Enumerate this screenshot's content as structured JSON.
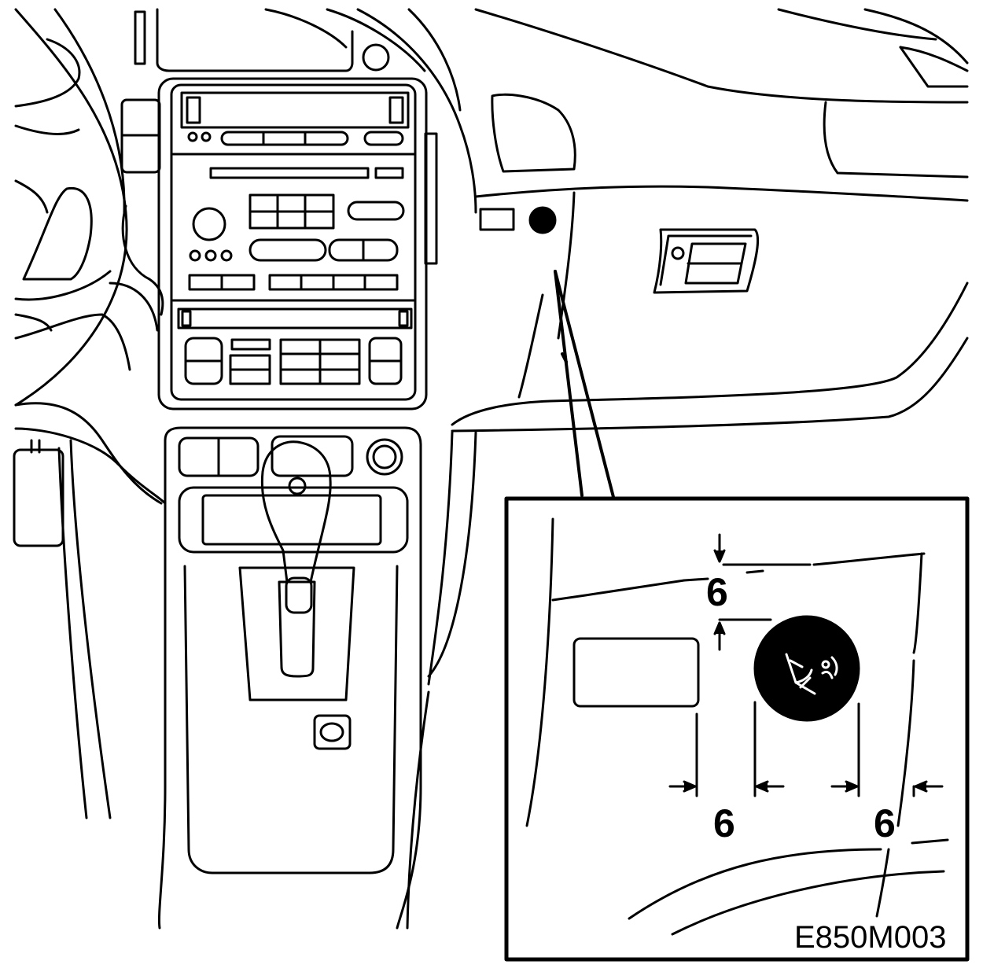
{
  "figure": {
    "reference_code": "E850M003",
    "detail_dimensions": {
      "top_gap": "6",
      "left_gap": "6",
      "right_gap": "6"
    },
    "indicator_icon": "airbag-child-seat-icon",
    "colors": {
      "line": "#000000",
      "background": "#ffffff"
    }
  }
}
